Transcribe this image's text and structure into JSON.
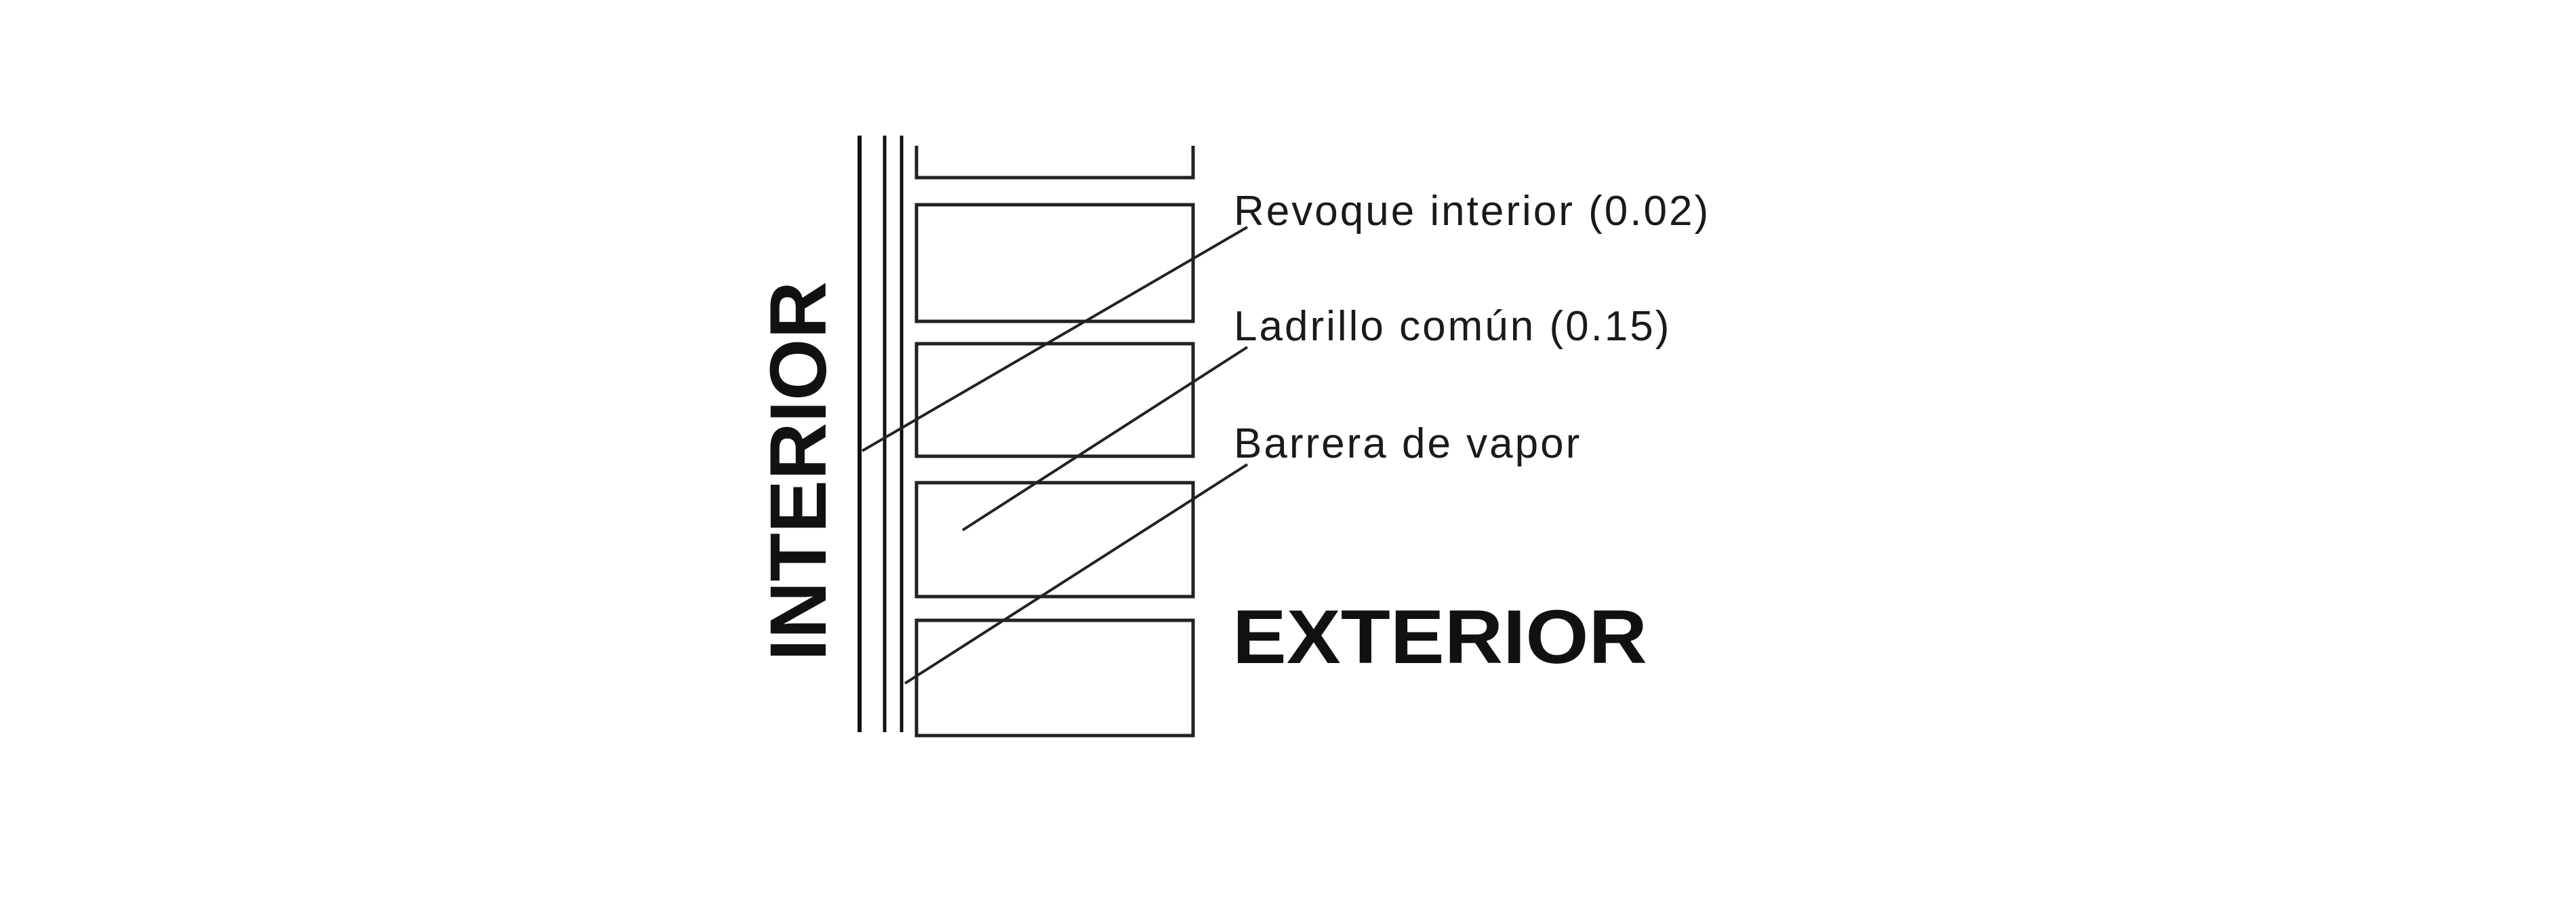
{
  "diagram": {
    "interior_label": "INTERIOR",
    "exterior_label": "EXTERIOR",
    "callouts": [
      {
        "id": "revoque",
        "text": "Revoque interior (0.02)"
      },
      {
        "id": "ladrillo",
        "text": "Ladrillo común (0.15)"
      },
      {
        "id": "barrera",
        "text": "Barrera de vapor"
      }
    ]
  }
}
